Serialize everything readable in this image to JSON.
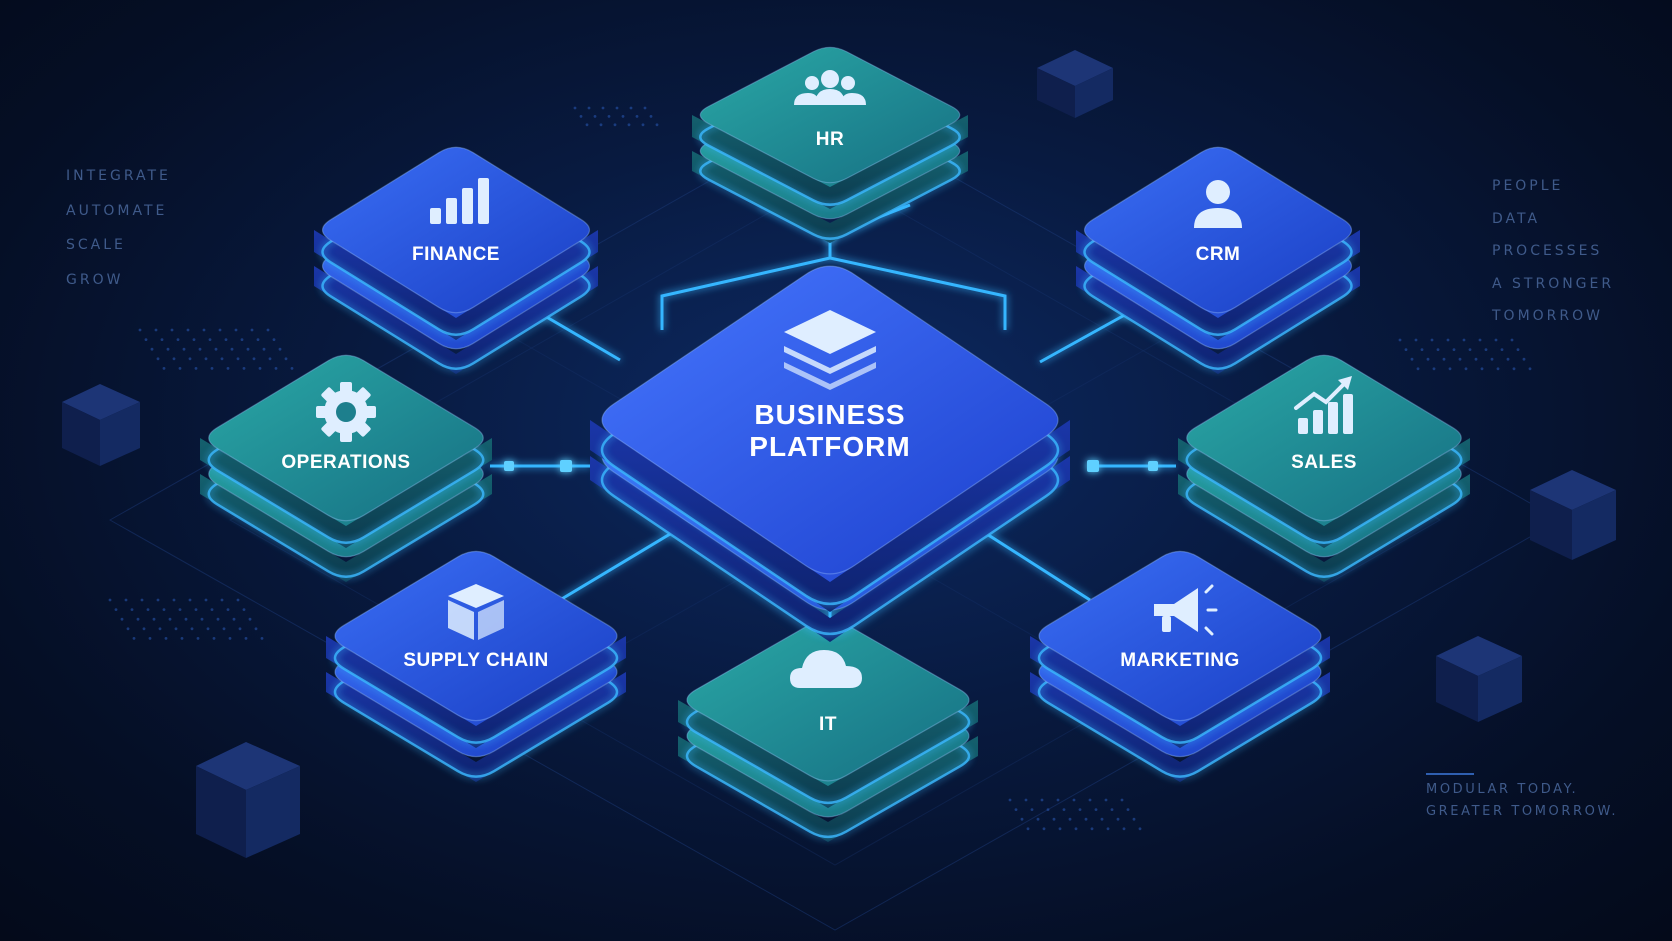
{
  "hub": {
    "line1": "BUSINESS",
    "line2": "PLATFORM",
    "icon": "layers-icon"
  },
  "modules": [
    {
      "id": "hr",
      "label": "HR",
      "icon": "people-icon",
      "color": "#1aa3a3"
    },
    {
      "id": "finance",
      "label": "FINANCE",
      "icon": "bar-chart-icon",
      "color": "#2456e8"
    },
    {
      "id": "crm",
      "label": "CRM",
      "icon": "user-icon",
      "color": "#2456e8"
    },
    {
      "id": "operations",
      "label": "OPERATIONS",
      "icon": "gear-icon",
      "color": "#1aa3a3"
    },
    {
      "id": "sales",
      "label": "SALES",
      "icon": "growth-chart-icon",
      "color": "#1aa3a3"
    },
    {
      "id": "supply-chain",
      "label": "SUPPLY CHAIN",
      "icon": "box-icon",
      "color": "#2456e8"
    },
    {
      "id": "marketing",
      "label": "MARKETING",
      "icon": "megaphone-icon",
      "color": "#2456e8"
    },
    {
      "id": "it",
      "label": "IT",
      "icon": "cloud-icon",
      "color": "#1aa3a3"
    }
  ],
  "left_words": [
    "INTEGRATE",
    "AUTOMATE",
    "SCALE",
    "GROW"
  ],
  "right_words": [
    "PEOPLE",
    "DATA",
    "PROCESSES",
    "A STRONGER",
    "TOMORROW"
  ],
  "footer": {
    "line1": "MODULAR TODAY.",
    "line2": "GREATER TOMORROW."
  },
  "colors": {
    "glow": "#2fa8ff",
    "blue_tile": "#2456e8",
    "teal_tile": "#1aa3a3",
    "text_muted": "#3f5a8a"
  }
}
